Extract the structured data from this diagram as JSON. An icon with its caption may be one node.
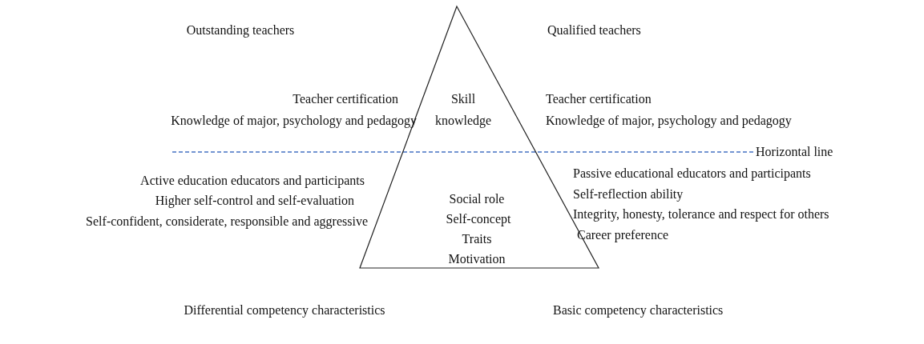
{
  "diagram": {
    "nodes": [
      {
        "text": [
          "Skill knowledge",
          "Social role",
          "Self-concept",
          "Traits",
          "Motivation"
        ]
      }
    ],
    "edges": [],
    "labels": [
      "Outstanding teachers",
      "Qualified teachers",
      "Teacher certification",
      "Knowledge of major, psychology and pedagogy",
      "Teacher certification",
      "Knowledge of major, psychology and pedagogy",
      "Horizontal line",
      "Active education educators and participants",
      "Passive educational educators and participants",
      "Higher self-control and self-evaluation",
      "Self-reflection ability",
      "Self-confident, considerate, responsible and aggressive",
      "Integrity, honesty, tolerance and respect for others",
      "Career preference",
      "Differential competency characteristics",
      "Basic competency characteristics"
    ]
  }
}
